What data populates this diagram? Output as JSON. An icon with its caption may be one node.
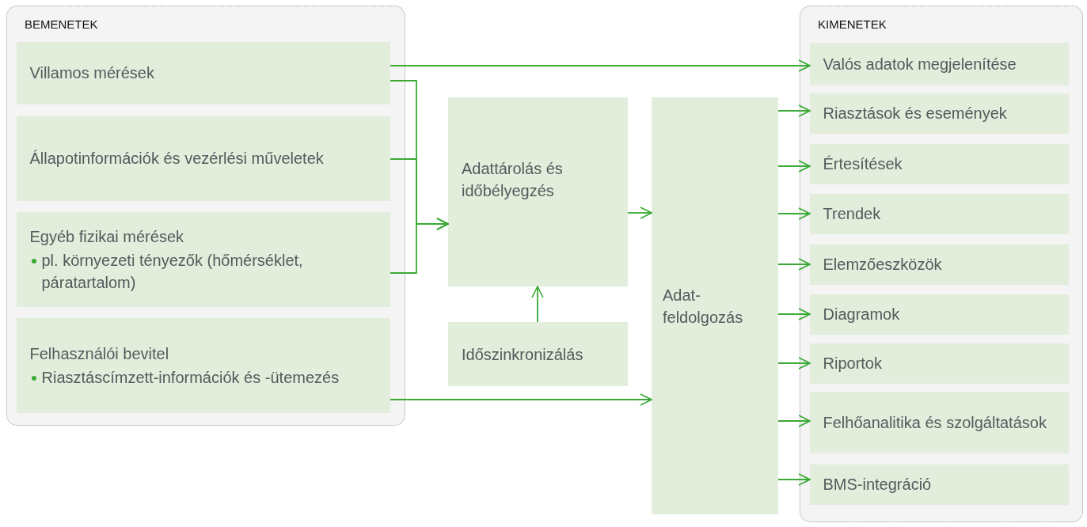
{
  "diagram": {
    "nodes": [
      {
        "text": [
          "BEMENETEK"
        ]
      },
      {
        "text": [
          "Villamos mérések"
        ],
        "in": 0
      },
      {
        "text": [
          "Állapotinformációk és vezérlési műveletek"
        ],
        "in": 0
      },
      {
        "text": [
          "Egyéb fizikai mérések",
          "pl. környezeti tényezők (hőmérséklet, páratartalom)"
        ],
        "in": 0
      },
      {
        "text": [
          "Felhasználói bevitel",
          "Riasztáscímzett-információk és -ütemezés"
        ],
        "in": 0
      },
      {
        "text": [
          "Adattárolás és időbélyegzés"
        ]
      },
      {
        "text": [
          "Időszinkronizálás"
        ]
      },
      {
        "text": [
          "Adat- feldolgozás"
        ]
      },
      {
        "text": [
          "KIMENETEK"
        ]
      },
      {
        "text": [
          "Valós adatok megjelenítése"
        ],
        "in": 8
      },
      {
        "text": [
          "Riasztások és események"
        ],
        "in": 8
      },
      {
        "text": [
          "Értesítések"
        ],
        "in": 8
      },
      {
        "text": [
          "Trendek"
        ],
        "in": 8
      },
      {
        "text": [
          "Elemzőeszközök"
        ],
        "in": 8
      },
      {
        "text": [
          "Diagramok"
        ],
        "in": 8
      },
      {
        "text": [
          "Riportok"
        ],
        "in": 8
      },
      {
        "text": [
          "Felhőanalitika és szolgáltatások"
        ],
        "in": 8
      },
      {
        "text": [
          "BMS-integráció"
        ],
        "in": 8
      }
    ],
    "edges": [
      {
        "from": 1,
        "to": 9,
        "arrow": "to"
      },
      {
        "from": 1,
        "to": 5,
        "arrow": "to"
      },
      {
        "from": 2,
        "to": 5,
        "arrow": "to"
      },
      {
        "from": 3,
        "to": 5,
        "arrow": "to"
      },
      {
        "from": 6,
        "to": 5,
        "arrow": "to"
      },
      {
        "from": 5,
        "to": 7,
        "arrow": "to"
      },
      {
        "from": 4,
        "to": 7,
        "arrow": "to"
      },
      {
        "from": 7,
        "to": 10,
        "arrow": "to"
      },
      {
        "from": 7,
        "to": 11,
        "arrow": "to"
      },
      {
        "from": 7,
        "to": 12,
        "arrow": "to"
      },
      {
        "from": 7,
        "to": 13,
        "arrow": "to"
      },
      {
        "from": 7,
        "to": 14,
        "arrow": "to"
      },
      {
        "from": 7,
        "to": 15,
        "arrow": "to"
      },
      {
        "from": 7,
        "to": 16,
        "arrow": "to"
      },
      {
        "from": 7,
        "to": 17,
        "arrow": "to"
      }
    ]
  }
}
